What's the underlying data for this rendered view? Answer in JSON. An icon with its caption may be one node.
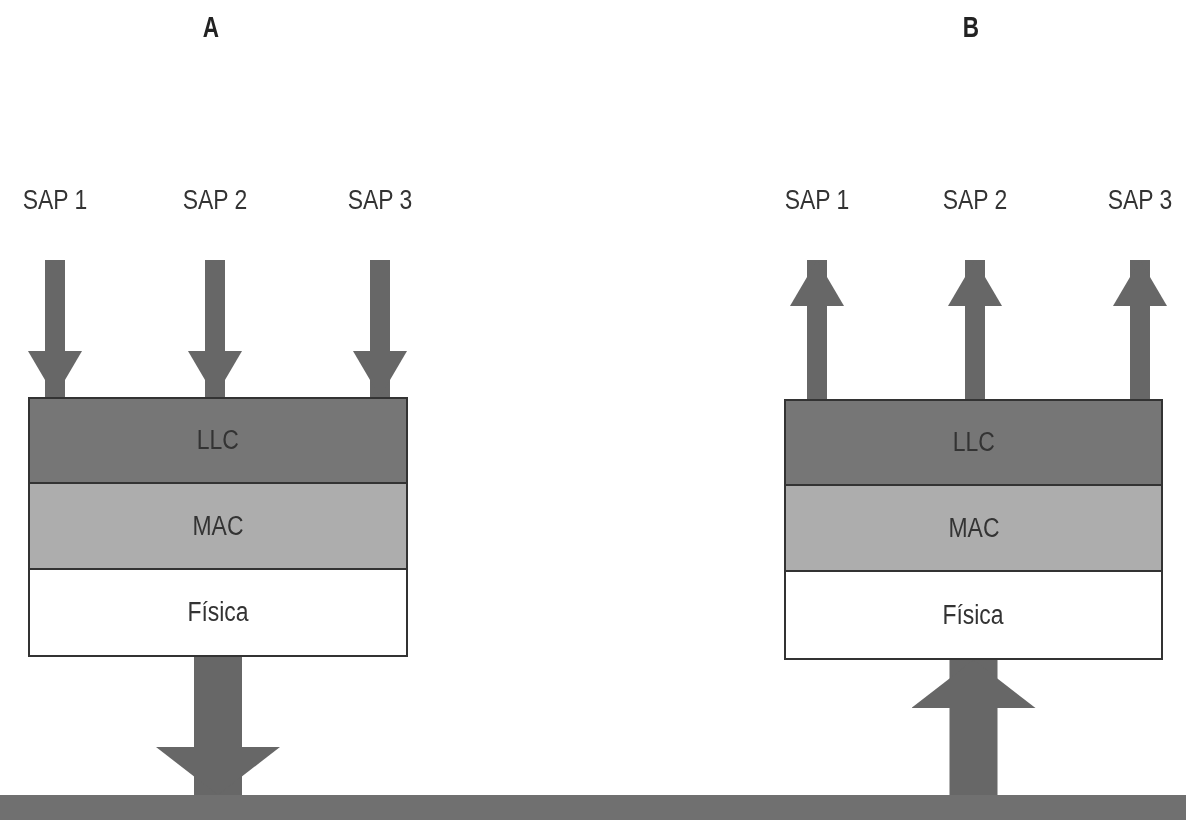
{
  "diagram": {
    "nodes": [
      {
        "text": [
          "SAP 1"
        ]
      },
      {
        "text": [
          "SAP 2"
        ]
      },
      {
        "text": [
          "SAP 3"
        ]
      },
      {
        "text": [
          "LLC"
        ]
      },
      {
        "text": [
          "MAC"
        ]
      },
      {
        "text": [
          "Física"
        ]
      },
      {
        "text": [
          "SAP 1"
        ]
      },
      {
        "text": [
          "SAP 2"
        ]
      },
      {
        "text": [
          "SAP 3"
        ]
      },
      {
        "text": [
          "LLC"
        ]
      },
      {
        "text": [
          "MAC"
        ]
      },
      {
        "text": [
          "Física"
        ]
      },
      {
        "text": [],
        "shape": "bar"
      }
    ],
    "edges": [
      {
        "from": 0,
        "to": 3,
        "arrow": "to"
      },
      {
        "from": 1,
        "to": 3,
        "arrow": "to"
      },
      {
        "from": 2,
        "to": 3,
        "arrow": "to"
      },
      {
        "from": 9,
        "to": 6,
        "arrow": "to"
      },
      {
        "from": 9,
        "to": 7,
        "arrow": "to"
      },
      {
        "from": 9,
        "to": 8,
        "arrow": "to"
      },
      {
        "from": 5,
        "to": 12,
        "arrow": "to",
        "style": "thick"
      },
      {
        "from": 12,
        "to": 11,
        "arrow": "to",
        "style": "thick"
      }
    ],
    "labels": [
      "A",
      "B"
    ]
  }
}
